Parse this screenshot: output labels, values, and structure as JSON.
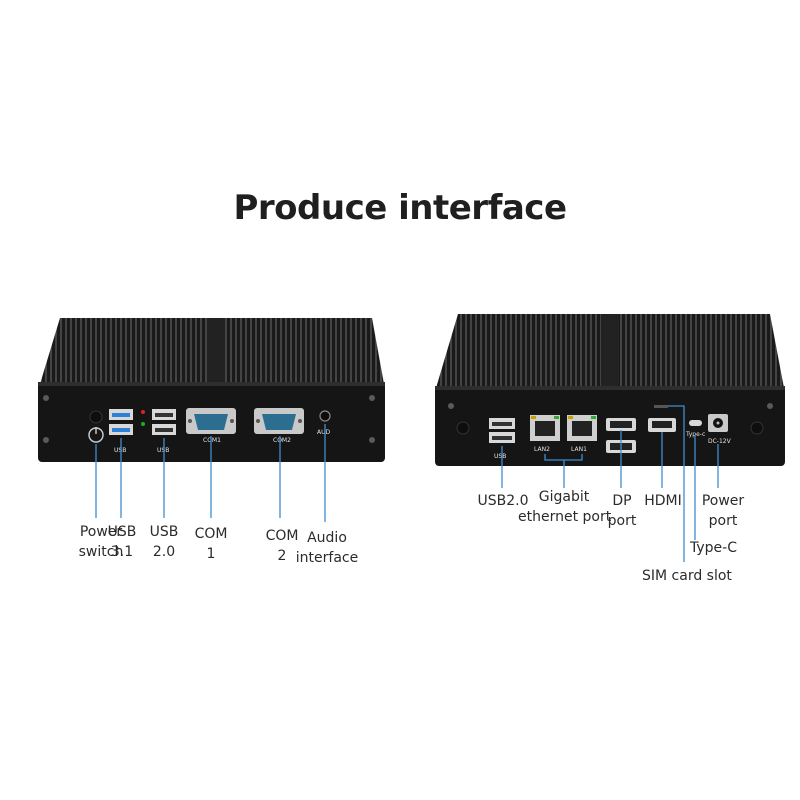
{
  "title": "Produce interface",
  "front_panel": {
    "silkscreen": {
      "usb31": "USB",
      "usb20": "USB",
      "com1": "COM1",
      "com2": "COM2",
      "audio": "AUD"
    },
    "labels": {
      "power_switch": [
        "Power",
        "switch"
      ],
      "usb31": [
        "USB",
        "3.1"
      ],
      "usb20": [
        "USB",
        "2.0"
      ],
      "com1": [
        "COM",
        "1"
      ],
      "com2": [
        "COM",
        "2"
      ],
      "audio": [
        "Audio",
        "interface"
      ]
    }
  },
  "rear_panel": {
    "silkscreen": {
      "usb": "USB",
      "lan2": "LAN2",
      "lan1": "LAN1",
      "typec": "Type-c",
      "dc": "DC-12V"
    },
    "labels": {
      "usb20": "USB2.0",
      "ethernet": [
        "Gigabit",
        "ethernet port"
      ],
      "dp": [
        "DP",
        "port"
      ],
      "hdmi": "HDMI",
      "power_port": [
        "Power",
        "port"
      ],
      "typec": "Type-C",
      "sim": "SIM card slot"
    }
  },
  "colors": {
    "callout_line": "#3f8fd0",
    "chassis": "#141414",
    "usb3_blue": "#2f7fd6"
  }
}
